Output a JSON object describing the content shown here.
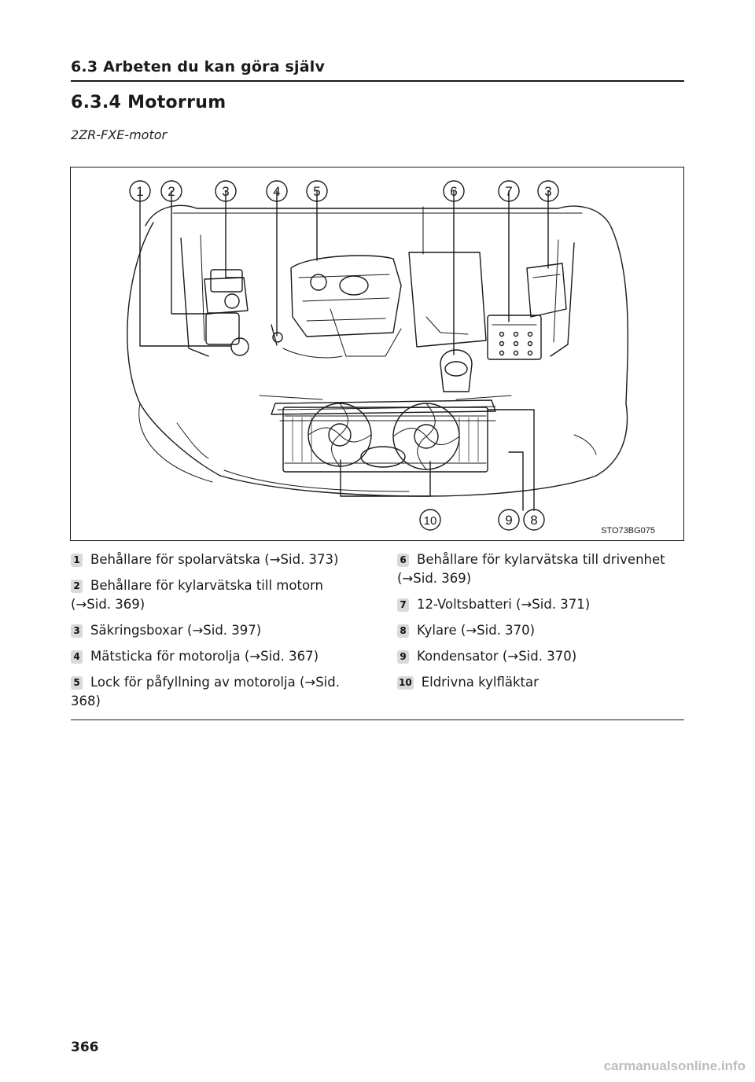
{
  "header": {
    "section": "6.3  Arbeten du kan göra själv"
  },
  "title": "6.3.4  Motorrum",
  "subtitle": "2ZR-FXE-motor",
  "figure": {
    "code": "STO73BG075",
    "callout_labels": [
      "1",
      "2",
      "3",
      "4",
      "5",
      "6",
      "7",
      "3",
      "10",
      "9",
      "8"
    ]
  },
  "legend_left": [
    {
      "num": "1",
      "text": "Behållare för spolarvätska (→Sid. 373)"
    },
    {
      "num": "2",
      "text": "Behållare för kylarvätska till motorn (→Sid. 369)"
    },
    {
      "num": "3",
      "text": "Säkringsboxar (→Sid. 397)"
    },
    {
      "num": "4",
      "text": "Mätsticka för motorolja (→Sid. 367)"
    },
    {
      "num": "5",
      "text": "Lock för påfyllning av motorolja (→Sid. 368)"
    }
  ],
  "legend_right": [
    {
      "num": "6",
      "text": "Behållare för kylarvätska till drivenhet (→Sid. 369)"
    },
    {
      "num": "7",
      "text": "12-Voltsbatteri (→Sid. 371)"
    },
    {
      "num": "8",
      "text": "Kylare (→Sid. 370)"
    },
    {
      "num": "9",
      "text": "Kondensator (→Sid. 370)"
    },
    {
      "num": "10",
      "text": "Eldrivna kylfläktar"
    }
  ],
  "page_number": "366",
  "watermark": "carmanualsonline.info"
}
